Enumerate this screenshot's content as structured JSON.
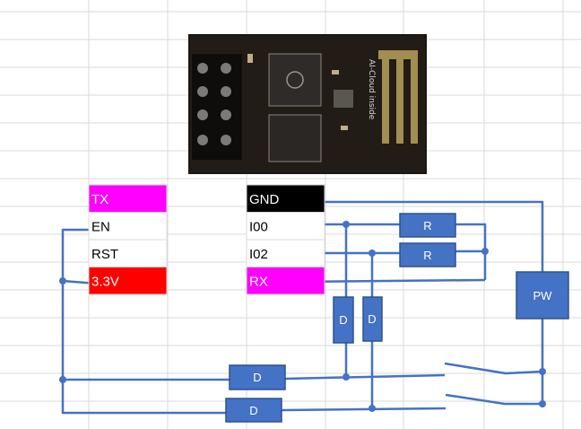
{
  "pins_left": [
    {
      "label": "TX",
      "bg": "#ff00ff",
      "fg": "#ffffff"
    },
    {
      "label": "EN",
      "bg": "#ffffff",
      "fg": "#000000"
    },
    {
      "label": "RST",
      "bg": "#ffffff",
      "fg": "#000000"
    },
    {
      "label": "3.3V",
      "bg": "#ff0000",
      "fg": "#ffffff"
    }
  ],
  "pins_right": [
    {
      "label": "GND",
      "bg": "#000000",
      "fg": "#ffffff"
    },
    {
      "label": "I00",
      "bg": "#ffffff",
      "fg": "#000000"
    },
    {
      "label": "I02",
      "bg": "#ffffff",
      "fg": "#000000"
    },
    {
      "label": "RX",
      "bg": "#ff00ff",
      "fg": "#ffffff"
    }
  ],
  "components": {
    "resistor_1": "R",
    "resistor_2": "R",
    "diode_vertical_1": "D",
    "diode_vertical_2": "D",
    "diode_horizontal_1": "D",
    "diode_horizontal_2": "D",
    "power": "PW"
  },
  "module_board_text": "AI-Cloud inside",
  "colors": {
    "wire": "#4472c4",
    "component_fill": "#4472c4",
    "component_stroke": "#2f528f",
    "gridline": "#d9d9d9",
    "board": "#1a1612"
  }
}
